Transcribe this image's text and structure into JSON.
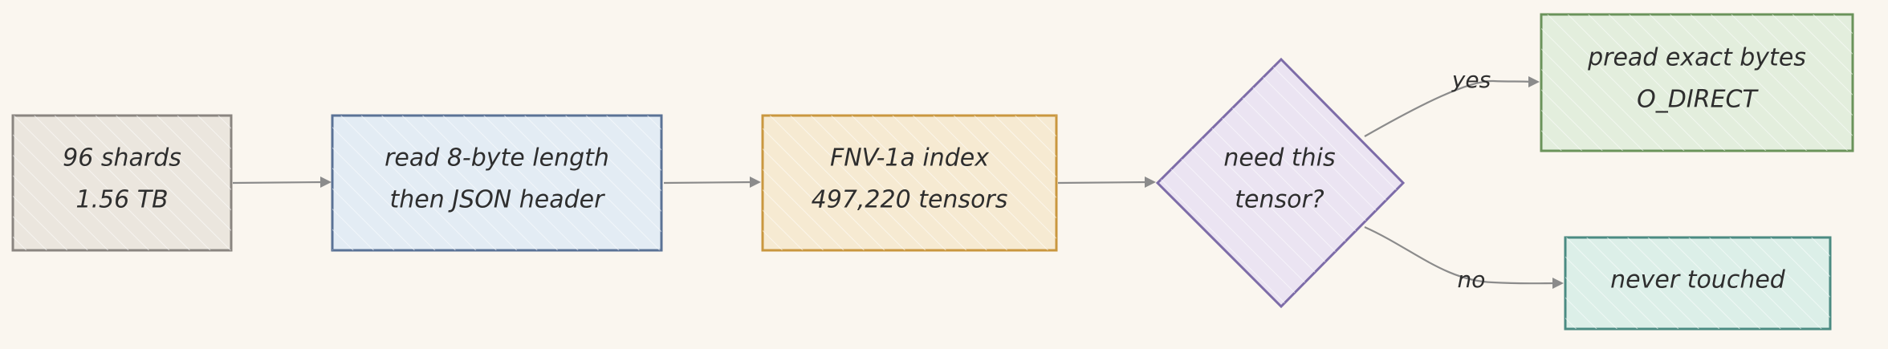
{
  "diagram": {
    "nodes": {
      "shards": {
        "lines": [
          "96 shards",
          "1.56 TB"
        ],
        "fill": "#ebe6de",
        "stroke": "#8a8580"
      },
      "read_header": {
        "lines": [
          "read 8-byte length",
          "then JSON header"
        ],
        "fill": "#e3ecf4",
        "stroke": "#5a7296"
      },
      "index": {
        "lines": [
          "FNV-1a index",
          "497,220 tensors"
        ],
        "fill": "#f6ead2",
        "stroke": "#c9973f"
      },
      "decision": {
        "lines": [
          "need this",
          "tensor?"
        ],
        "fill": "#ebe4f2",
        "stroke": "#7d6ca8"
      },
      "pread": {
        "lines": [
          "pread exact bytes",
          "O_DIRECT"
        ],
        "fill": "#e3eedd",
        "stroke": "#6a935a"
      },
      "never": {
        "lines": [
          "never touched"
        ],
        "fill": "#dcefe8",
        "stroke": "#4b8b82"
      }
    },
    "edges": {
      "yes": "yes",
      "no": "no"
    }
  }
}
